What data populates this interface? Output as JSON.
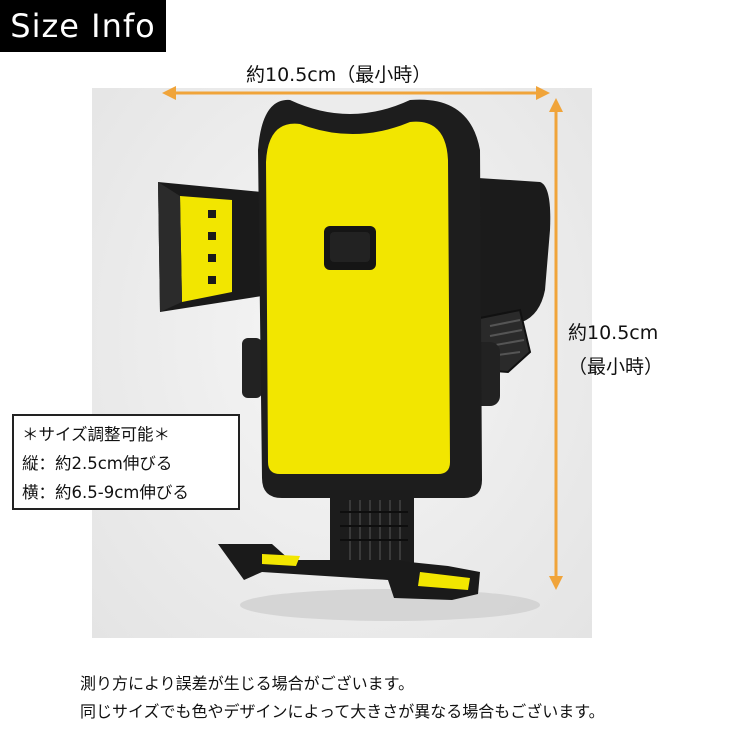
{
  "badge": {
    "text": "Size Info"
  },
  "dimensions": {
    "width_label": "約10.5cm（最小時）",
    "height_label_line1": "約10.5cm",
    "height_label_line2": "（最小時）"
  },
  "info_box": {
    "title": "＊サイズ調整可能＊",
    "vertical": "縦：約2.5cm伸びる",
    "horizontal": "横：約6.5-9cm伸びる"
  },
  "notes": [
    "測り方により誤差が生じる場合がございます。",
    "同じサイズでも色やデザインによって大きさが異なる場合もございます。"
  ],
  "colors": {
    "accent_yellow": "#f2e600",
    "frame_black": "#1d1d1d",
    "arrow_orange": "#f0a43a"
  }
}
